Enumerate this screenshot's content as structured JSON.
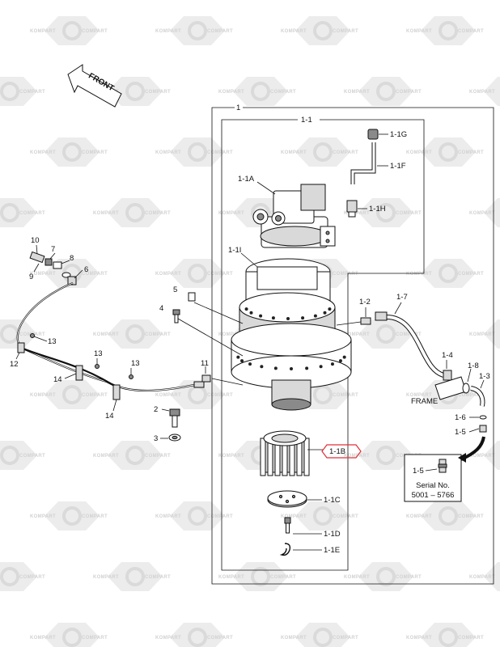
{
  "watermark": {
    "text_left": "KOMPART",
    "text_right": "COMPART"
  },
  "arrow": {
    "label": "FRONT"
  },
  "labels": {
    "l1": "1",
    "l1_1": "1-1",
    "l1_1G": "1-1G",
    "l1_1F": "1-1F",
    "l1_1H": "1-1H",
    "l1_1A": "1-1A",
    "l1_1I": "1-1I",
    "l1_1B": "1-1B",
    "l1_1C": "1-1C",
    "l1_1D": "1-1D",
    "l1_1E": "1-1E",
    "l1_2": "1-2",
    "l1_7": "1-7",
    "l1_4": "1-4",
    "l1_8": "1-8",
    "l1_3": "1-3",
    "l1_6": "1-6",
    "l1_5": "1-5",
    "l2": "2",
    "l3": "3",
    "l4": "4",
    "l5": "5",
    "l6": "6",
    "l7": "7",
    "l8": "8",
    "l9": "9",
    "l10": "10",
    "l11": "11",
    "l12": "12",
    "l13a": "13",
    "l13b": "13",
    "l13c": "13",
    "l14a": "14",
    "l14b": "14"
  },
  "frame_label": "FRAME",
  "inset": {
    "part_label": "1-5",
    "serial_title": "Serial No.",
    "serial_range": "5001 – 5766"
  },
  "highlight": {
    "target": "1-1B",
    "color": "#e0303a"
  }
}
